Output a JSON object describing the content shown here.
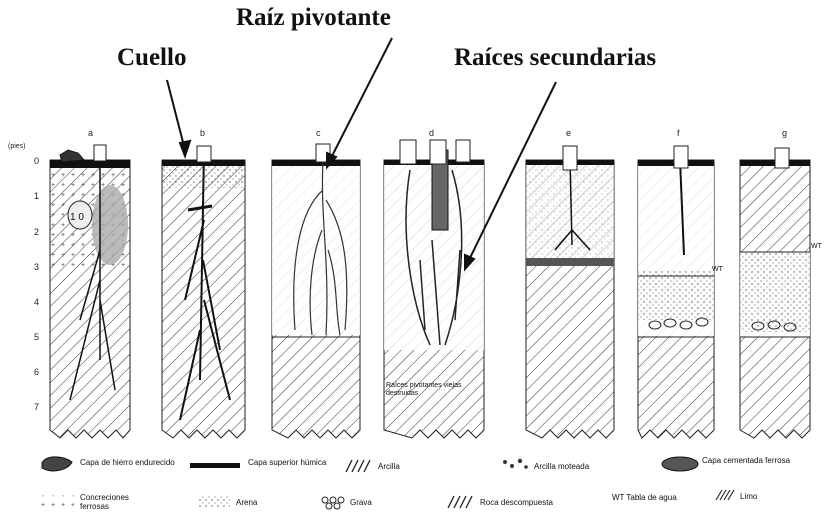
{
  "titles": {
    "pivot": "Raíz pivotante",
    "neck": "Cuello",
    "secondary": "Raíces secundarias"
  },
  "axis_unit": "(pies)",
  "columns": [
    "a",
    "b",
    "c",
    "d",
    "e",
    "f",
    "g"
  ],
  "depth_ticks": [
    "0",
    "1",
    "2",
    "3",
    "4",
    "5",
    "6",
    "7"
  ],
  "annotations": {
    "dead_roots": "Raíces pivotantes viejas destruidas",
    "wt_f": "WT",
    "wt_g": "WT"
  },
  "legend": [
    {
      "id": "hardpan",
      "icon": "hardpan-icon",
      "text": "Capa de hierro endurecido"
    },
    {
      "id": "humic",
      "icon": "humic-layer-icon",
      "text": "Capa superior húmica"
    },
    {
      "id": "clay",
      "icon": "clay-hatch-icon",
      "text": "Arcilla"
    },
    {
      "id": "mottled",
      "icon": "mottled-clay-icon",
      "text": "Arcilla moteada"
    },
    {
      "id": "ferrous",
      "icon": "ferrous-cement-icon",
      "text": "Capa cementada ferrosa"
    },
    {
      "id": "concretions",
      "icon": "concretions-icon",
      "text": "Concreciones ferrosas"
    },
    {
      "id": "sand",
      "icon": "sand-icon",
      "text": "Arena"
    },
    {
      "id": "gravel",
      "icon": "gravel-icon",
      "text": "Grava"
    },
    {
      "id": "rock",
      "icon": "decomposed-rock-icon",
      "text": "Roca descompuesta"
    },
    {
      "id": "watertable",
      "icon": "water-table-icon",
      "text": "WT Tabla de agua"
    },
    {
      "id": "silt",
      "icon": "silt-icon",
      "text": "Limo"
    }
  ]
}
